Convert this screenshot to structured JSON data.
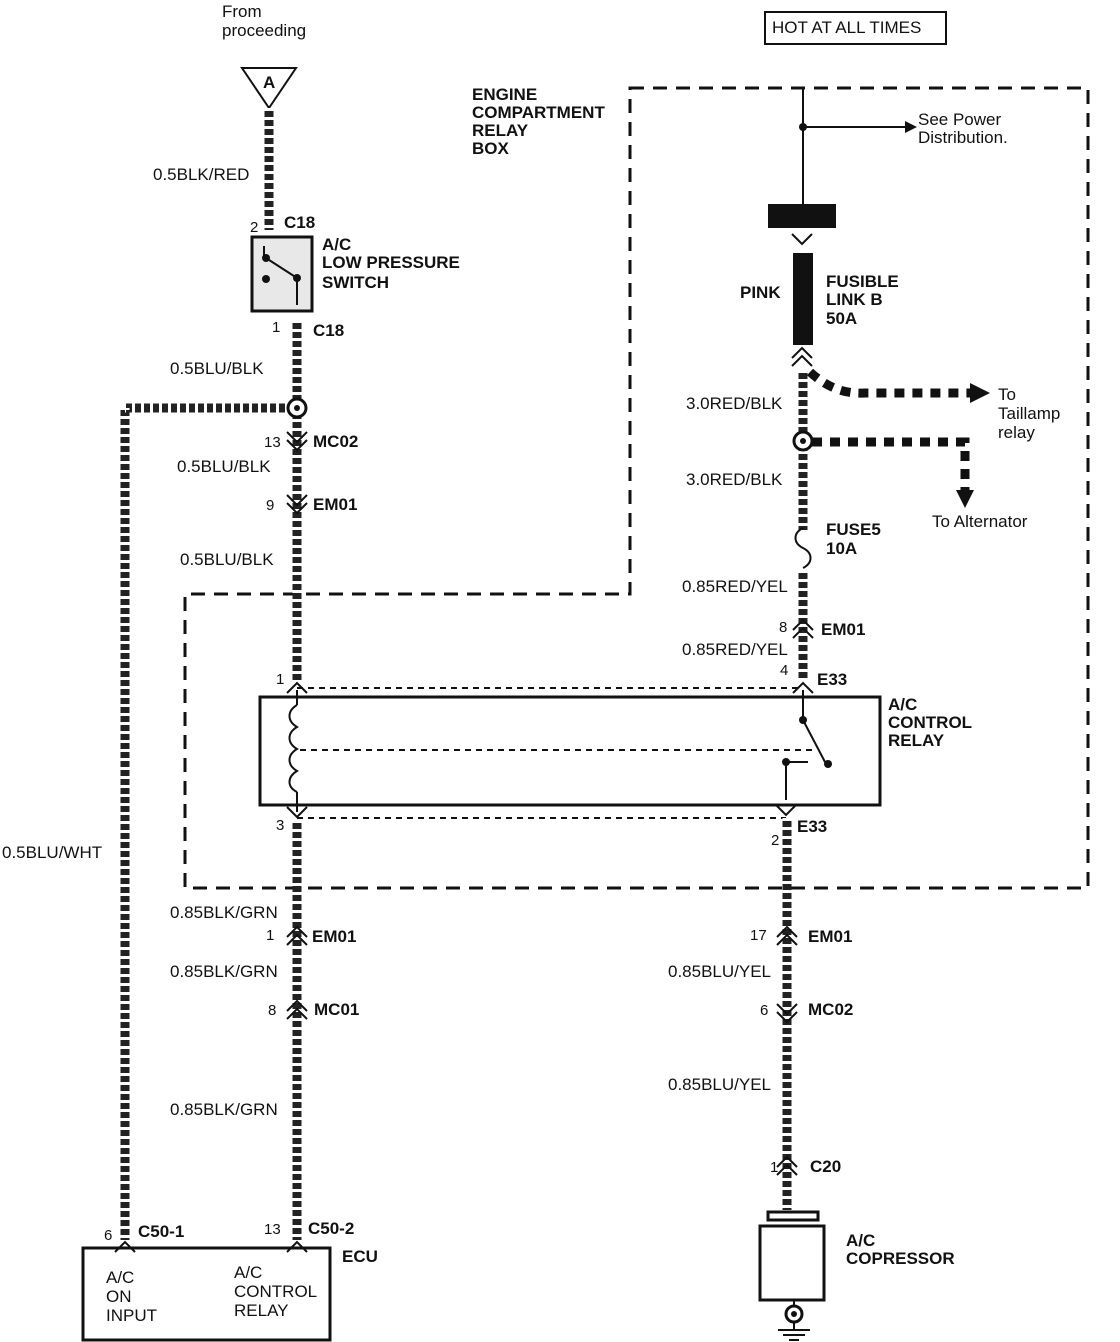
{
  "header": {
    "power_label": "HOT AT ALL TIMES"
  },
  "relay_box": {
    "title_lines": [
      "ENGINE",
      "COMPARTMENT",
      "RELAY",
      "BOX"
    ]
  },
  "top_left": {
    "from_lines": [
      "From",
      "proceeding"
    ],
    "connector_letter": "A"
  },
  "power_side": {
    "see_power_lines": [
      "See Power",
      "Distribution."
    ],
    "fusible_link_lines": [
      "FUSIBLE",
      "LINK B",
      "50A"
    ],
    "fusible_color": "PINK",
    "to_taillamp_lines": [
      "To",
      "Taillamp",
      "relay"
    ],
    "to_alternator": "To Alternator",
    "fuse_lines": [
      "FUSE5",
      "10A"
    ]
  },
  "components": {
    "low_pressure_switch_lines": [
      "A/C",
      "LOW PRESSURE",
      "SWITCH"
    ],
    "control_relay_lines": [
      "A/C",
      "CONTROL",
      "RELAY"
    ],
    "compressor_lines": [
      "A/C",
      "COPRESSOR"
    ],
    "ecu_label": "ECU",
    "ecu_left_lines": [
      "A/C",
      "ON",
      "INPUT"
    ],
    "ecu_right_lines": [
      "A/C",
      "CONTROL",
      "RELAY"
    ]
  },
  "wires": {
    "blk_red": "0.5BLK/RED",
    "blu_blk_1": "0.5BLU/BLK",
    "blu_blk_2": "0.5BLU/BLK",
    "blu_blk_3": "0.5BLU/BLK",
    "blu_wht": "0.5BLU/WHT",
    "red_blk_1": "3.0RED/BLK",
    "red_blk_2": "3.0RED/BLK",
    "red_yel_1": "0.85RED/YEL",
    "red_yel_2": "0.85RED/YEL",
    "blk_grn_1": "0.85BLK/GRN",
    "blk_grn_2": "0.85BLK/GRN",
    "blk_grn_3": "0.85BLK/GRN",
    "blu_yel_1": "0.85BLU/YEL",
    "blu_yel_2": "0.85BLU/YEL"
  },
  "connectors": {
    "c18_top": {
      "pin": "2",
      "name": "C18"
    },
    "c18_bottom": {
      "pin": "1",
      "name": "C18"
    },
    "mc02_left": {
      "pin": "13",
      "name": "MC02"
    },
    "em01_left": {
      "pin": "9",
      "name": "EM01"
    },
    "relay_pin1": {
      "pin": "1"
    },
    "relay_pin3": {
      "pin": "3"
    },
    "em01_right_top": {
      "pin": "8",
      "name": "EM01"
    },
    "e33_top": {
      "pin": "4",
      "name": "E33"
    },
    "e33_bottom": {
      "pin": "2",
      "name": "E33"
    },
    "em01_left_bottom": {
      "pin": "1",
      "name": "EM01"
    },
    "mc01": {
      "pin": "8",
      "name": "MC01"
    },
    "em01_right_bottom": {
      "pin": "17",
      "name": "EM01"
    },
    "mc02_right": {
      "pin": "6",
      "name": "MC02"
    },
    "c20": {
      "pin": "1",
      "name": "C20"
    },
    "c50_1": {
      "pin": "6",
      "name": "C50-1"
    },
    "c50_2": {
      "pin": "13",
      "name": "C50-2"
    }
  }
}
